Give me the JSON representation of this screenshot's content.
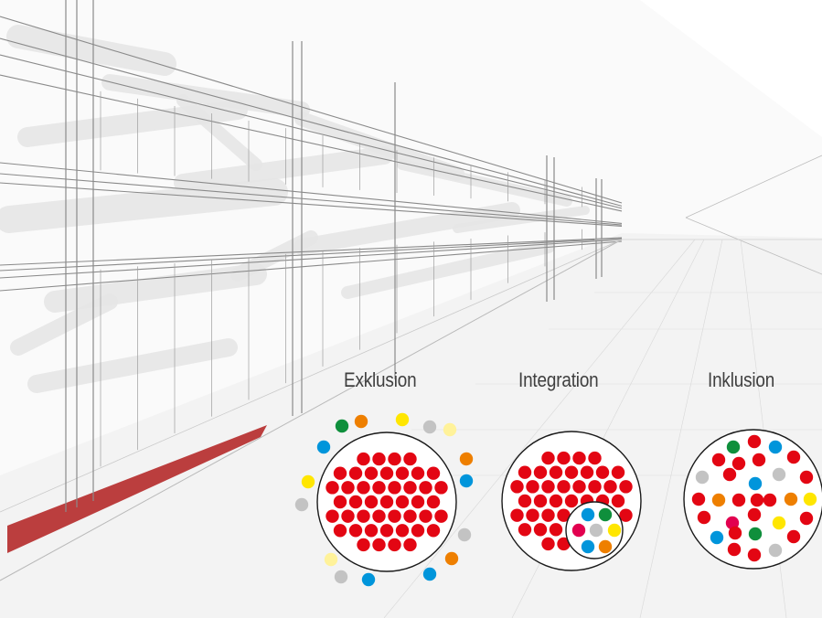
{
  "diagrams": [
    {
      "key": "exklusion",
      "label": "Exklusion"
    },
    {
      "key": "integration",
      "label": "Integration"
    },
    {
      "key": "inklusion",
      "label": "Inklusion"
    }
  ],
  "colors": {
    "majority": "#e30613",
    "green": "#0f8f3c",
    "orange": "#ee7f00",
    "blue": "#0095db",
    "yellow": "#ffe600",
    "pale_yellow": "#fff29a",
    "gray": "#c3c3c3",
    "magenta": "#e2004f",
    "red_stripe": "#b52a2a",
    "line": "#8a8a8a",
    "text": "#3f3f3f"
  }
}
